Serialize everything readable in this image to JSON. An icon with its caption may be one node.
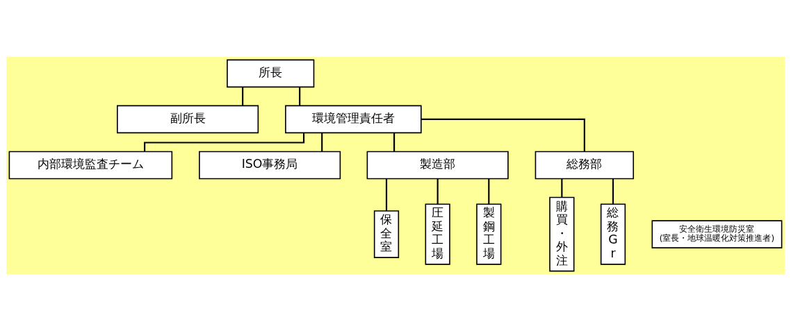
{
  "diagram": {
    "nodes": [
      {
        "text": [
          "所長"
        ]
      },
      {
        "text": [
          "副所長"
        ]
      },
      {
        "text": [
          "環境管理責任者"
        ]
      },
      {
        "text": [
          "内部環境監査チーム"
        ]
      },
      {
        "text": [
          "ISO事務局"
        ]
      },
      {
        "text": [
          "製造部"
        ]
      },
      {
        "text": [
          "総務部"
        ]
      },
      {
        "text": [
          "安全衛生環境防災室",
          "(室長・地球温暖化対策推進者)"
        ]
      },
      {
        "text": [
          "保全室"
        ]
      },
      {
        "text": [
          "圧延工場"
        ]
      },
      {
        "text": [
          "製鋼工場"
        ]
      },
      {
        "text": [
          "購買・外注"
        ]
      },
      {
        "text": [
          "総務Gr"
        ]
      }
    ],
    "edges": [
      {
        "from": 0,
        "to": 1,
        "arrow": "none"
      },
      {
        "from": 0,
        "to": 2,
        "arrow": "none"
      },
      {
        "from": 2,
        "to": 3,
        "arrow": "none"
      },
      {
        "from": 2,
        "to": 4,
        "arrow": "none"
      },
      {
        "from": 2,
        "to": 5,
        "arrow": "none"
      },
      {
        "from": 2,
        "to": 6,
        "arrow": "none"
      },
      {
        "from": 5,
        "to": 8,
        "arrow": "none"
      },
      {
        "from": 5,
        "to": 9,
        "arrow": "none"
      },
      {
        "from": 5,
        "to": 10,
        "arrow": "none"
      },
      {
        "from": 6,
        "to": 11,
        "arrow": "none"
      },
      {
        "from": 6,
        "to": 12,
        "arrow": "none"
      }
    ]
  }
}
